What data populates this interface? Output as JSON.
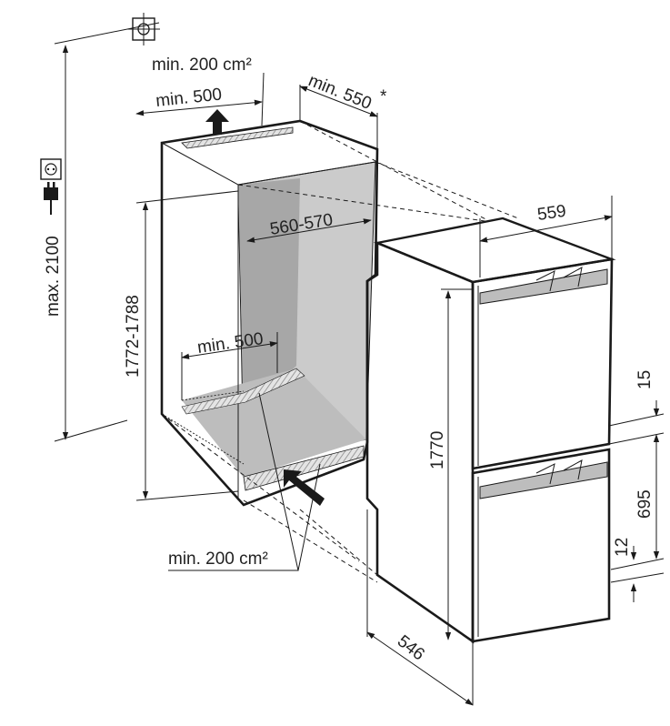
{
  "labels": {
    "vent_top_area": "min. 200 cm²",
    "vent_top_width": "min. 500",
    "niche_depth": "min. 550",
    "niche_depth_note": "*",
    "niche_height_max": "max. 2100",
    "niche_height": "1772-1788",
    "niche_width": "560-570",
    "vent_bottom_width": "min. 500",
    "vent_bottom_area": "min. 200 cm²",
    "appliance_width": "559",
    "appliance_height": "1770",
    "appliance_depth": "546",
    "top_gap": "15",
    "door_height": "695",
    "bottom_gap": "12"
  },
  "colors": {
    "line": "#1a1a1a",
    "niche_back_wall": "#c9c9c9",
    "niche_side_wall": "#a9a9a9",
    "niche_floor": "#bdbdbd",
    "vent_hatch": "#b0b0b0",
    "handle_grey": "#b8b8b8"
  },
  "icons": [
    "ventilation-symbol-icon",
    "power-socket-icon",
    "power-plug-icon"
  ]
}
